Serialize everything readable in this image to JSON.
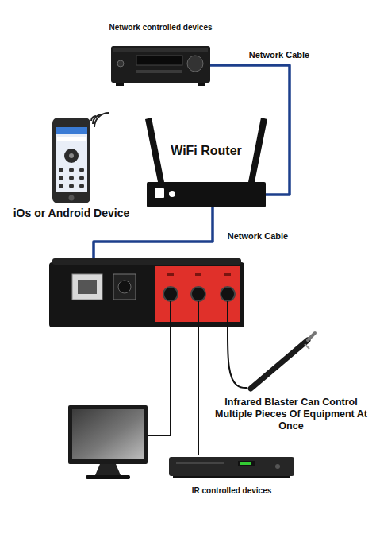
{
  "diagram": {
    "nodes": [
      {
        "text": [
          "Network controlled devices"
        ]
      },
      {
        "text": [
          "iOs or Android Device"
        ]
      },
      {
        "text": [
          "WiFi Router"
        ]
      },
      {
        "text": []
      },
      {
        "text": [
          "Infrared Blaster Can Control Multiple Pieces Of Equipment At Once"
        ]
      },
      {
        "text": []
      },
      {
        "text": [
          "IR controlled devices"
        ]
      }
    ],
    "edges": [
      {
        "from": 0,
        "to": 2,
        "arrow": "none",
        "label": "Network Cable"
      },
      {
        "from": 2,
        "to": 3,
        "arrow": "none",
        "label": "Network Cable"
      },
      {
        "from": 3,
        "to": 4,
        "arrow": "none"
      },
      {
        "from": 3,
        "to": 5,
        "arrow": "none"
      },
      {
        "from": 3,
        "to": 6,
        "arrow": "none"
      }
    ]
  }
}
